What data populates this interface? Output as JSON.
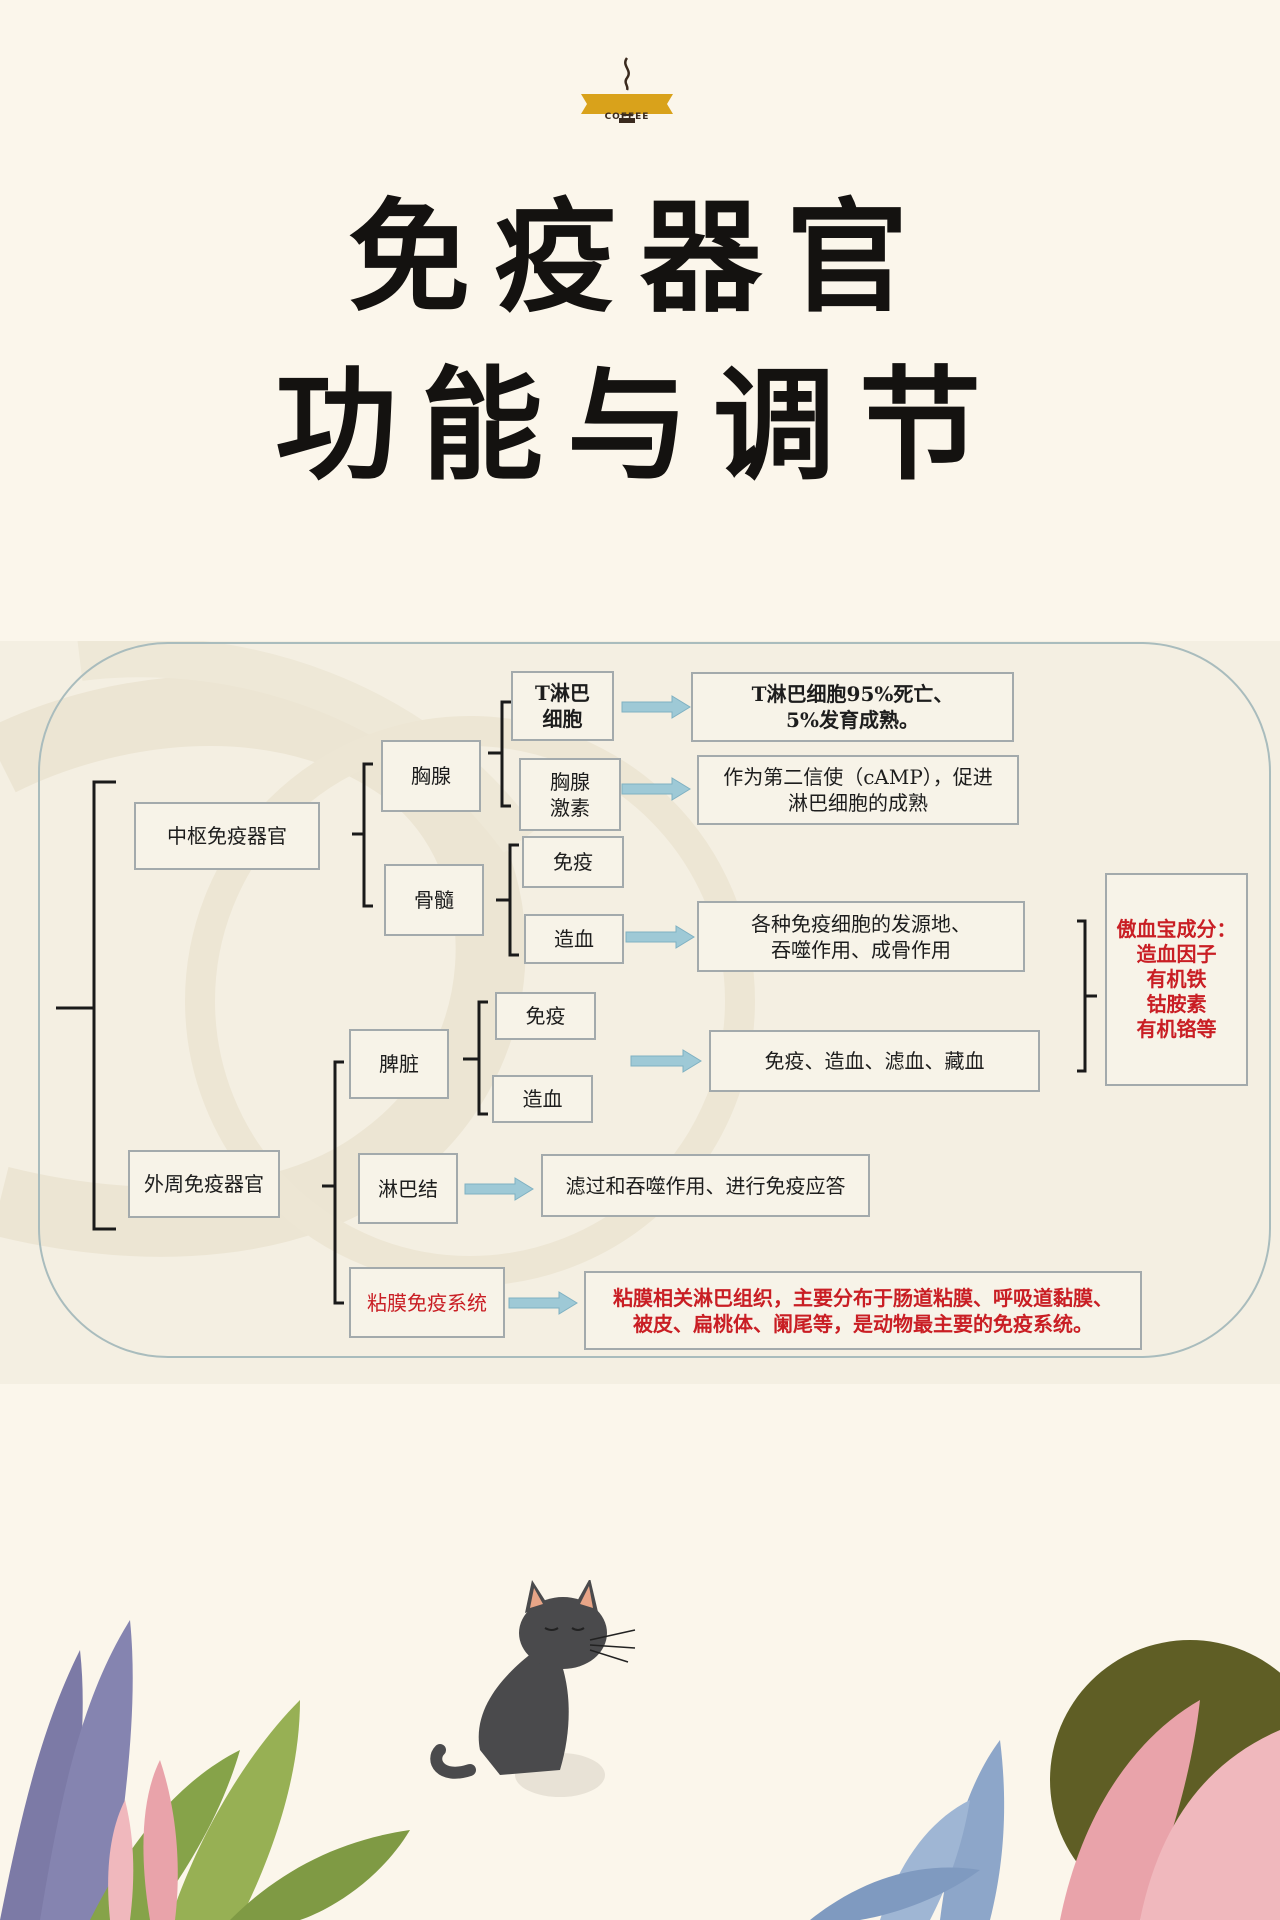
{
  "logo": {
    "text": "COFFEE"
  },
  "title": {
    "line1": "免疫器官",
    "line2": "功能与调节"
  },
  "diagram": {
    "central": "中枢免疫器官",
    "peripheral": "外周免疫器官",
    "thymus": "胸腺",
    "marrow": "骨髓",
    "t_cell": {
      "l1": "T淋巴",
      "l2": "细胞"
    },
    "thymosin": {
      "l1": "胸腺",
      "l2": "激素"
    },
    "marrow_immune": "免疫",
    "marrow_blood": "造血",
    "t_cell_desc": {
      "l1": "T淋巴细胞95%死亡、",
      "l2": "5%发育成熟。"
    },
    "thymosin_desc": {
      "l1": "作为第二信使（cAMP），促进",
      "l2": "淋巴细胞的成熟"
    },
    "blood_desc": {
      "l1": "各种免疫细胞的发源地、",
      "l2": "吞噬作用、成骨作用"
    },
    "spleen": "脾脏",
    "spleen_immune": "免疫",
    "spleen_blood": "造血",
    "spleen_desc": "免疫、造血、滤血、藏血",
    "lymph": "淋巴结",
    "lymph_desc": "滤过和吞噬作用、进行免疫应答",
    "mucosa": "粘膜免疫系统",
    "mucosa_desc": {
      "l1": "粘膜相关淋巴组织，主要分布于肠道粘膜、呼吸道黏膜、",
      "l2": "被皮、扁桃体、阑尾等，是动物最主要的免疫系统。"
    },
    "side_note": {
      "l1": "傲血宝成分：",
      "l2": "造血因子",
      "l3": "有机铁",
      "l4": "钴胺素",
      "l5": "有机铬等"
    }
  },
  "colors": {
    "background": "#fbf6eb",
    "diagram_bg": "#f4efe2",
    "box_border": "#a3aaac",
    "frame_border": "#a9bcbd",
    "arrow": "#9ec9d6",
    "red_text": "#c91e24"
  }
}
